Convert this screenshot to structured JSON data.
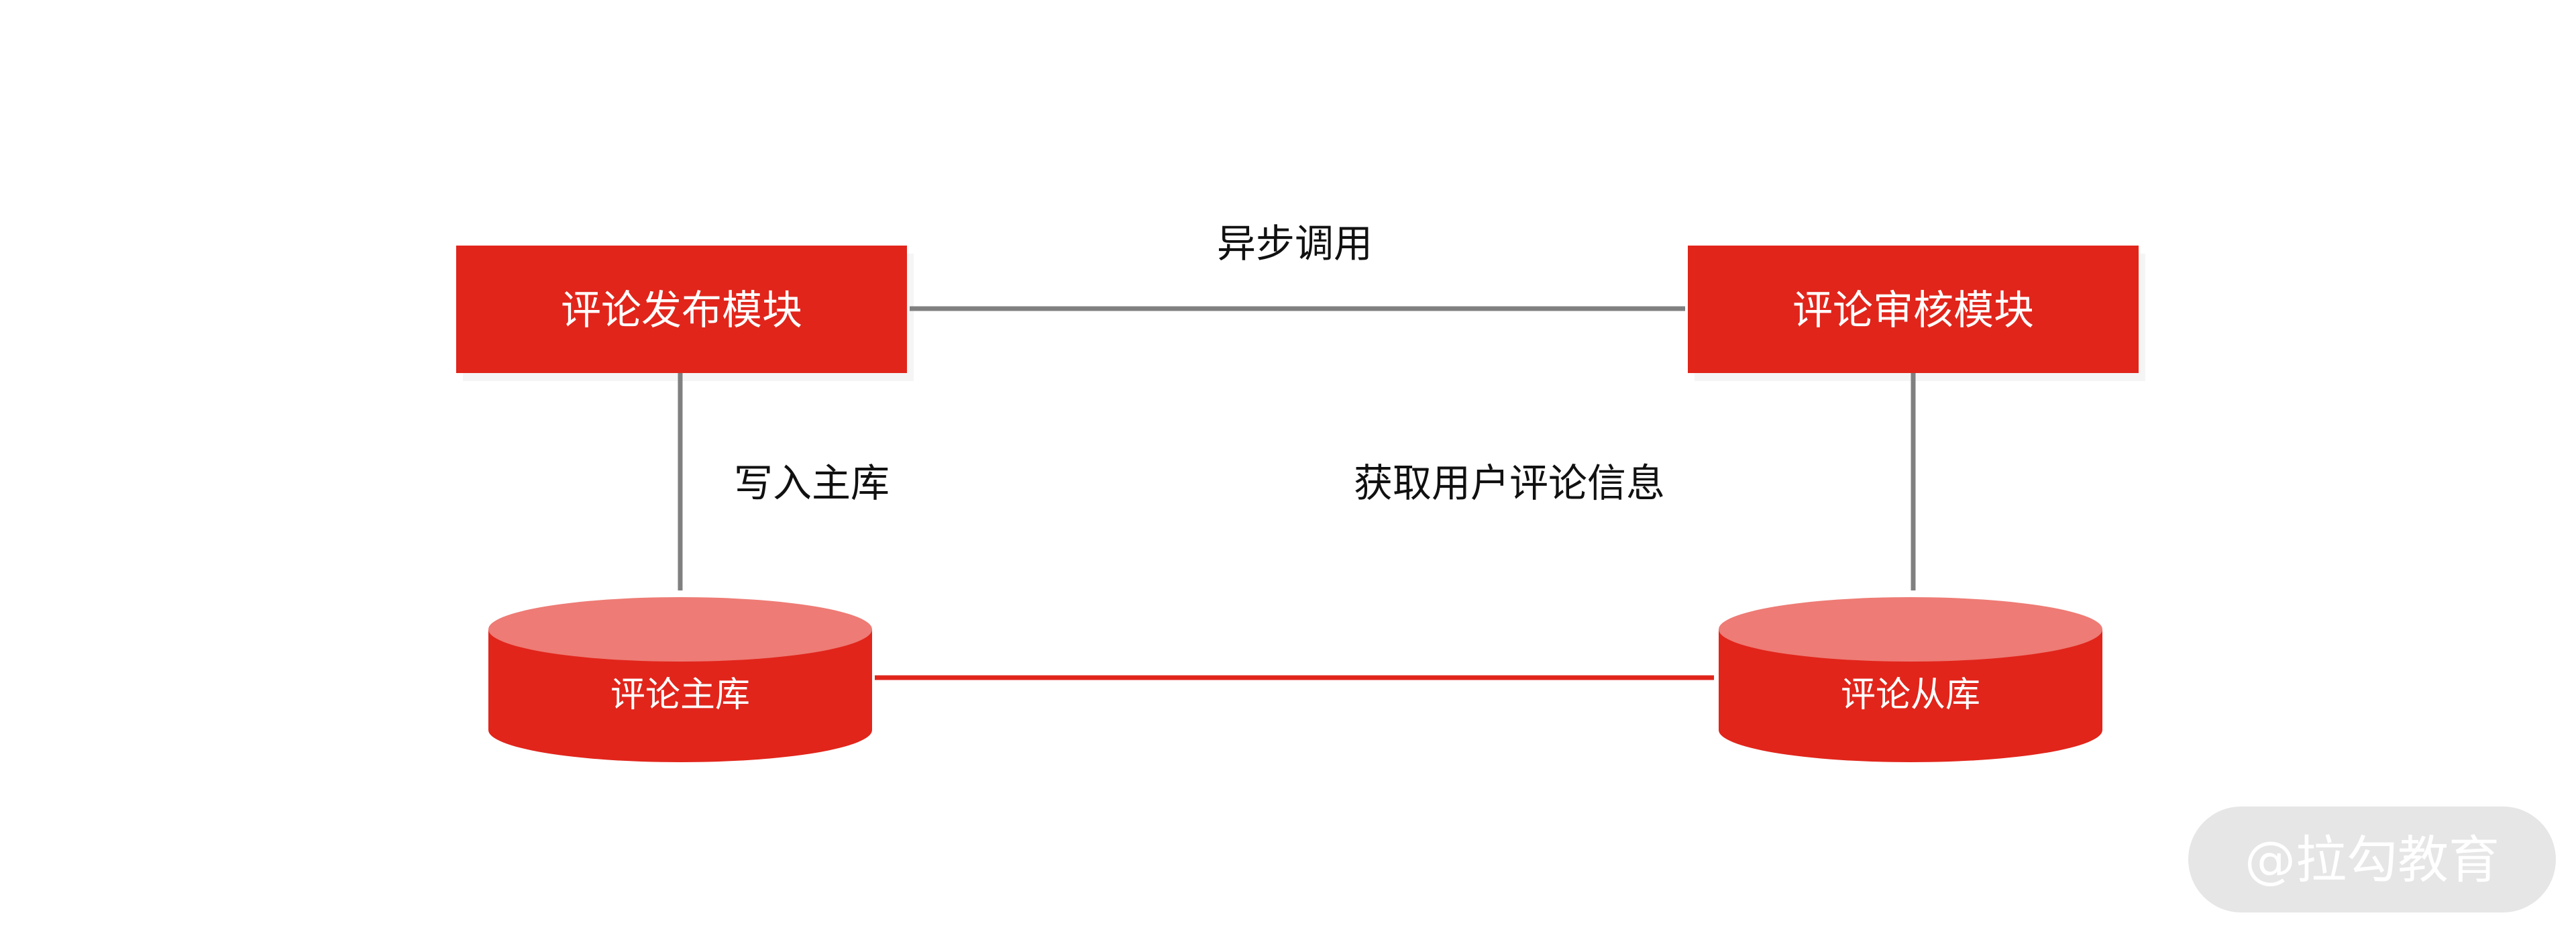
{
  "nodes": {
    "publish_module": "评论发布模块",
    "review_module": "评论审核模块",
    "master_db": "评论主库",
    "slave_db": "评论从库"
  },
  "edges": {
    "async_call": "异步调用",
    "write_master": "写入主库",
    "fetch_comments": "获取用户评论信息"
  },
  "watermark": "@拉勾教育",
  "colors": {
    "box_red": "#E1251B",
    "cylinder_top": "#EE7B75",
    "arrow_gray": "#808080",
    "arrow_red": "#E1251B",
    "watermark_bg": "#E6E6E6"
  }
}
